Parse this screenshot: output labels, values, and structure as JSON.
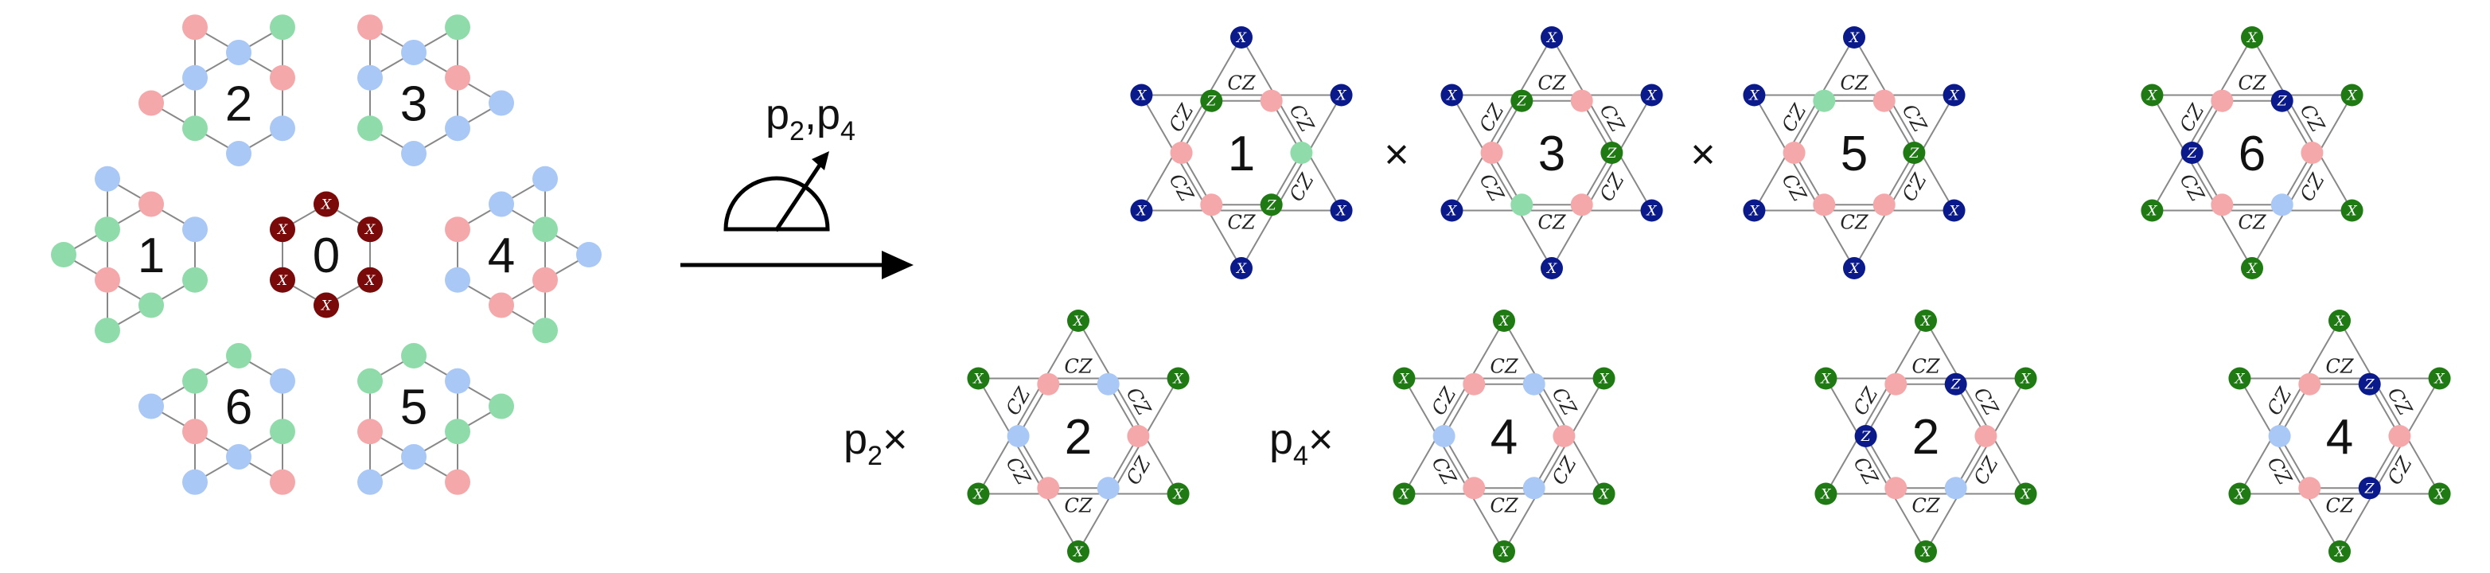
{
  "lattice": {
    "hexagon_labels": [
      "0",
      "1",
      "2",
      "3",
      "4",
      "5",
      "6"
    ],
    "node_letter": "X"
  },
  "measurement": {
    "label": "p",
    "sub1": "2",
    "sep": ",",
    "sub2": "4"
  },
  "stars_top": [
    {
      "center": "1",
      "times_after": "×"
    },
    {
      "center": "3",
      "times_after": "×"
    },
    {
      "center": "5",
      "times_after": ""
    },
    {
      "center": "6",
      "times_after": ""
    }
  ],
  "stars_bottom": [
    {
      "prefix": "p",
      "prefix_sub": "2",
      "times": "×",
      "center": "2"
    },
    {
      "prefix": "p",
      "prefix_sub": "4",
      "times": "×",
      "center": "4"
    },
    {
      "prefix": "",
      "prefix_sub": "",
      "times": "",
      "center": "2"
    },
    {
      "prefix": "",
      "prefix_sub": "",
      "times": "",
      "center": "4"
    }
  ],
  "edge_label": "CZ",
  "pauli": {
    "x": "X",
    "z": "Z"
  },
  "colors": {
    "blue": "#a9c8f5",
    "green": "#8fdcaa",
    "pink": "#f5a8aa",
    "darkred": "#7a0a0a",
    "navy": "#0b1a8a",
    "darkgreen": "#1f7a14",
    "edge": "#888888"
  }
}
